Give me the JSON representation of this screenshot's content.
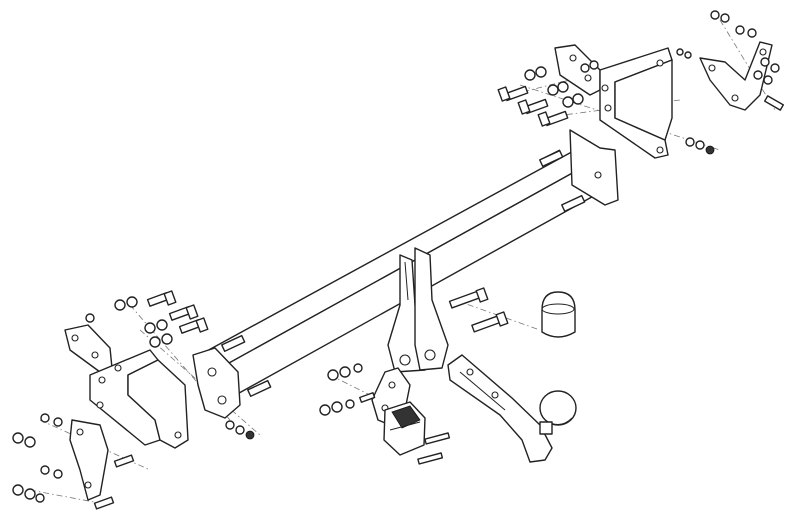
{
  "diagram": {
    "colors": {
      "line": "#222222",
      "background": "#ffffff",
      "centerline": "#777777"
    },
    "parts": [
      "cross-beam",
      "left-side-bracket",
      "right-side-bracket",
      "left-reinforcement-plate",
      "right-reinforcement-plate",
      "tow-ball-neck",
      "tow-ball-cover",
      "electric-socket",
      "socket-plate",
      "bolts",
      "washers",
      "nuts"
    ]
  }
}
